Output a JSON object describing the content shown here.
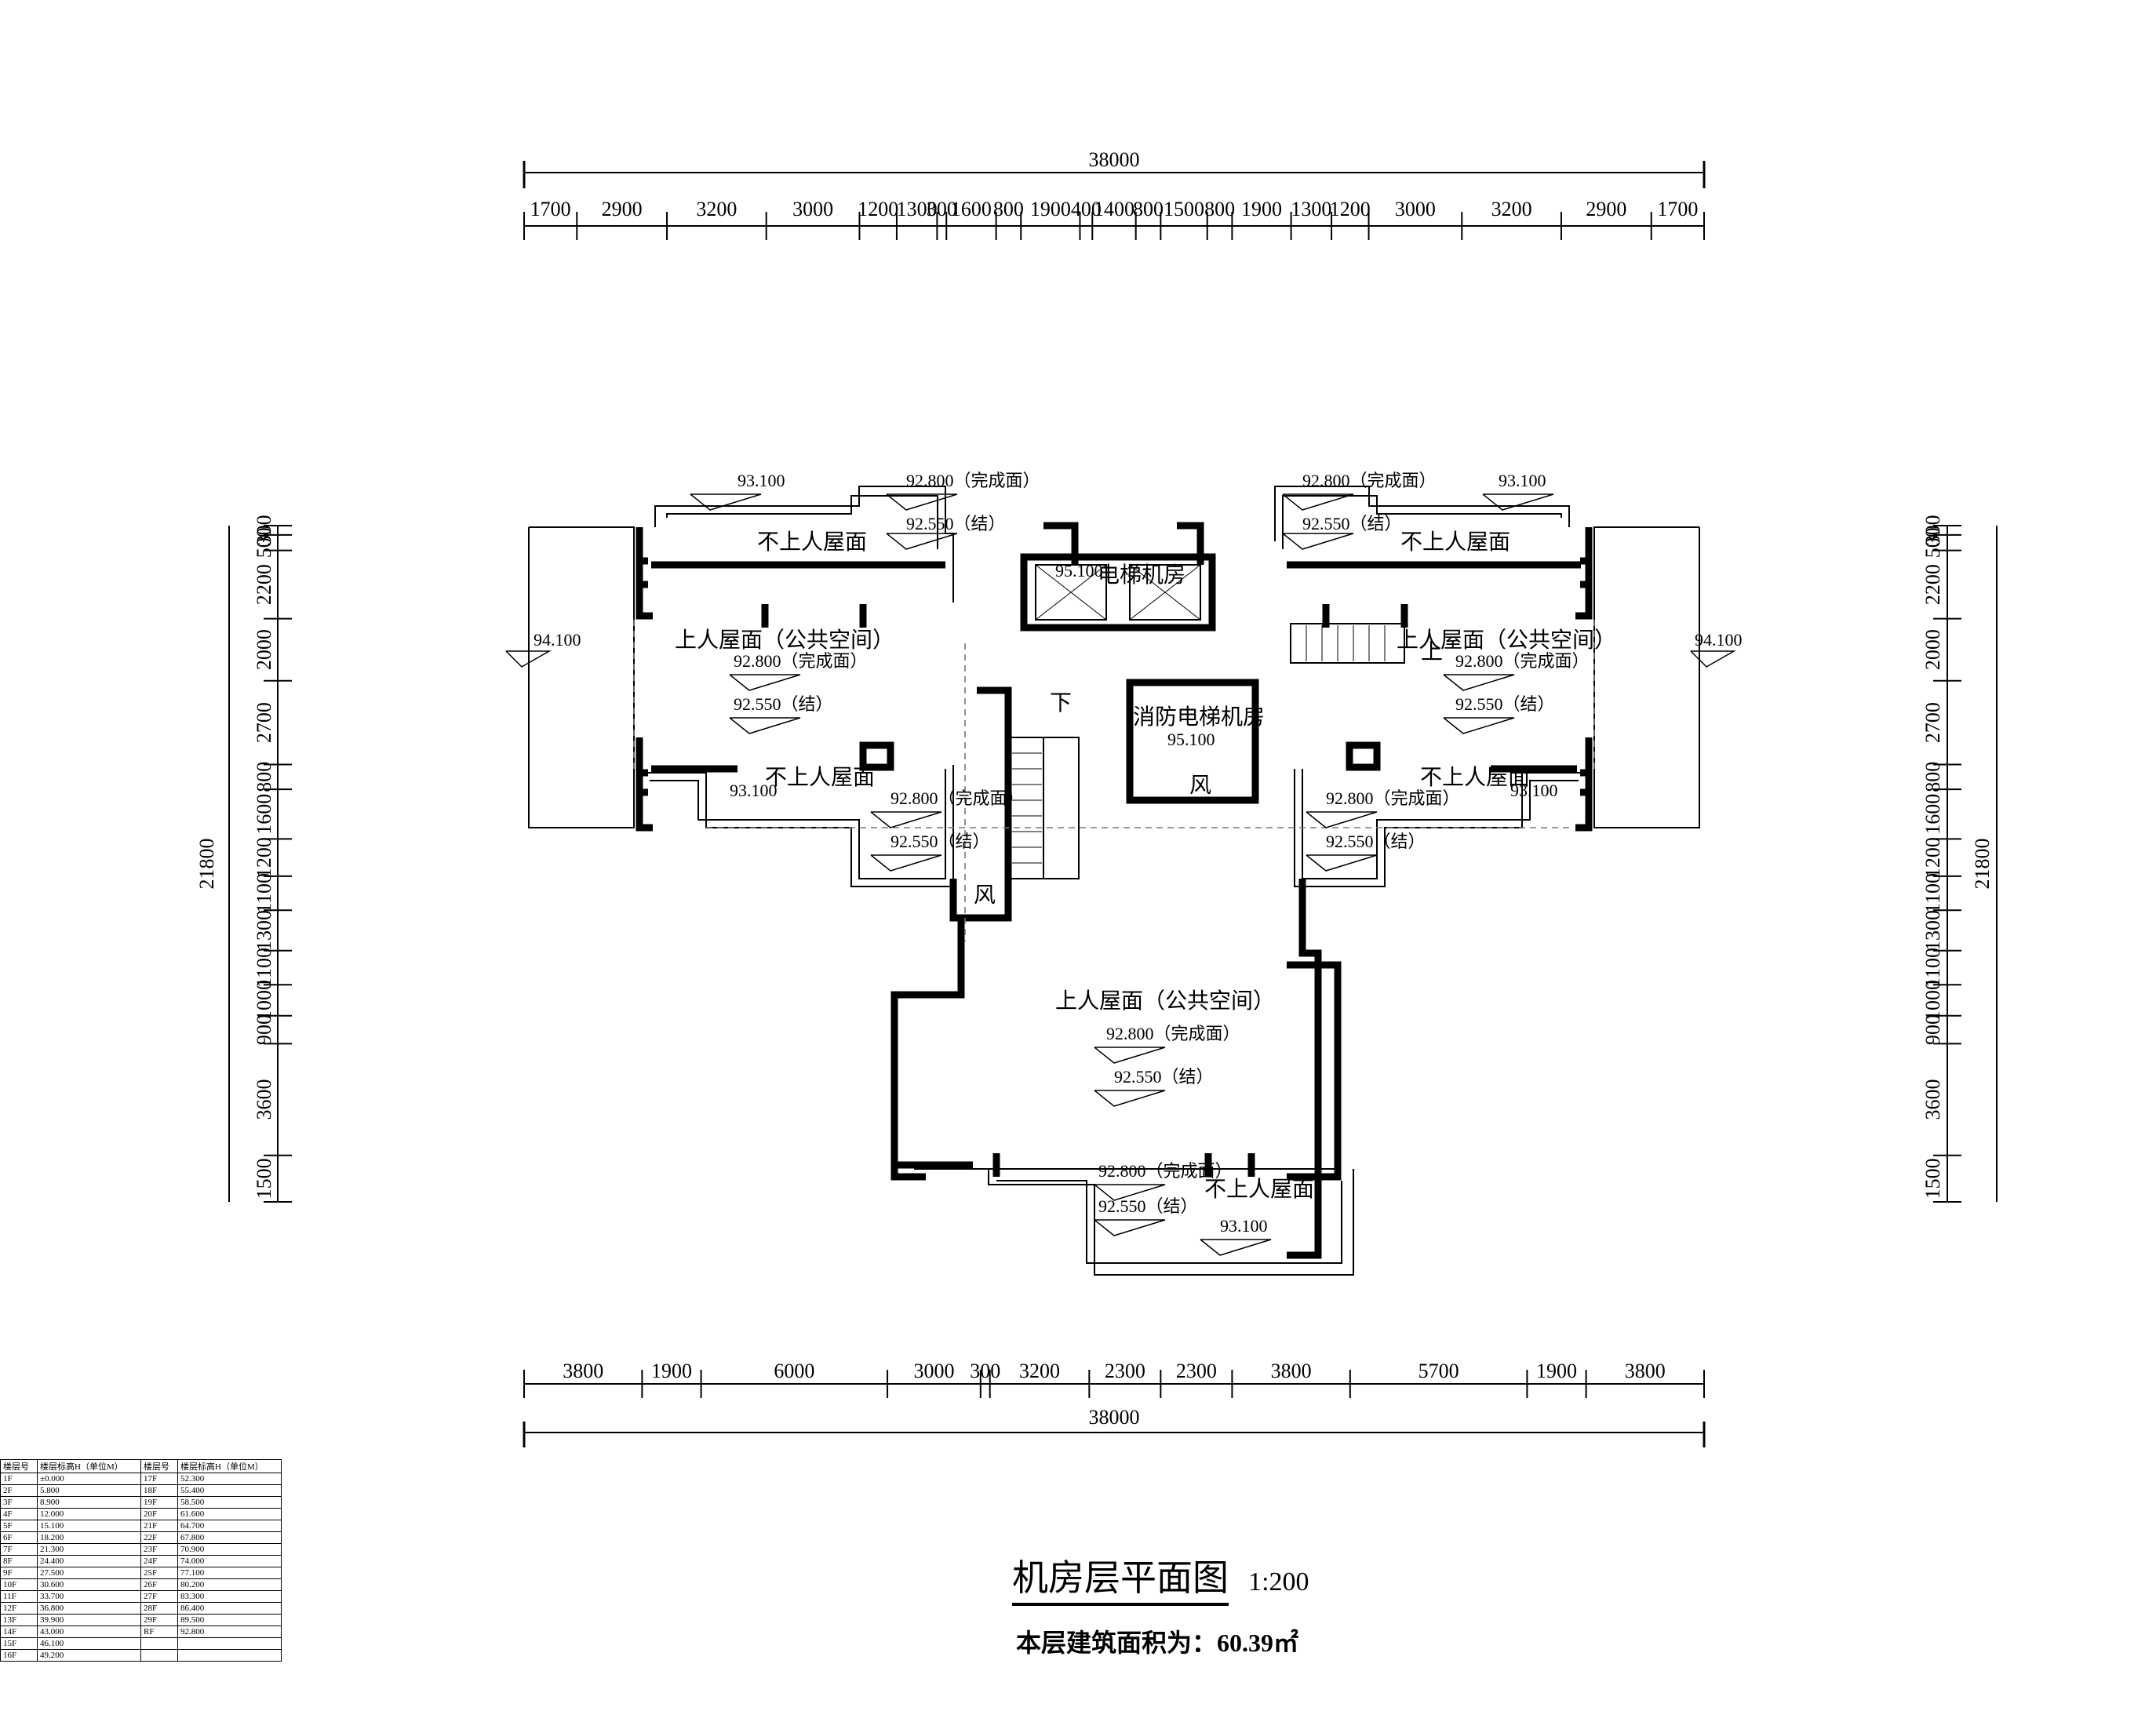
{
  "drawing": {
    "title": "机房层平面图",
    "scale": "1:200",
    "area_note": "本层建筑面积为：60.39㎡"
  },
  "dimensions": {
    "top_total": "38000",
    "top_segments": [
      "1700",
      "2900",
      "3200",
      "3000",
      "1200",
      "1300",
      "300",
      "1600",
      "800",
      "1900",
      "400",
      "1400",
      "800",
      "1500",
      "800",
      "1900",
      "1300",
      "1200",
      "3000",
      "3200",
      "2900",
      "1700"
    ],
    "bottom_total": "38000",
    "bottom_segments": [
      "3800",
      "1900",
      "6000",
      "3000",
      "300",
      "3200",
      "2300",
      "2300",
      "3800",
      "5700",
      "1900",
      "3800"
    ],
    "left_total": "21800",
    "right_total": "21800",
    "side_segments": [
      "300",
      "500",
      "2200",
      "2000",
      "2700",
      "800",
      "1600",
      "1200",
      "1100",
      "1300",
      "1100",
      "1000",
      "900",
      "3600",
      "1500"
    ]
  },
  "labels": {
    "no_access_roof": "不上人屋面",
    "public_roof": "上人屋面（公共空间）",
    "elevator_room": "电梯机房",
    "fire_elevator_room": "消防电梯机房",
    "up": "上",
    "down": "下",
    "wind": "风"
  },
  "elevations": {
    "e93100": "93.100",
    "e92800_finish": "92.800（完成面）",
    "e92550_struct": "92.550（结）",
    "e92800": "92.800",
    "e92550": "92.550",
    "finish": "（完成面）",
    "struct": "（结）",
    "e94100": "94.100",
    "e95100": "95.100"
  },
  "floor_table": {
    "headers": [
      "楼层号",
      "楼层标高H（单位M）",
      "楼层号",
      "楼层标高H（单位M）"
    ],
    "rows": [
      [
        "1F",
        "±0.000",
        "17F",
        "52.300"
      ],
      [
        "2F",
        "5.800",
        "18F",
        "55.400"
      ],
      [
        "3F",
        "8.900",
        "19F",
        "58.500"
      ],
      [
        "4F",
        "12.000",
        "20F",
        "61.600"
      ],
      [
        "5F",
        "15.100",
        "21F",
        "64.700"
      ],
      [
        "6F",
        "18.200",
        "22F",
        "67.800"
      ],
      [
        "7F",
        "21.300",
        "23F",
        "70.900"
      ],
      [
        "8F",
        "24.400",
        "24F",
        "74.000"
      ],
      [
        "9F",
        "27.500",
        "25F",
        "77.100"
      ],
      [
        "10F",
        "30.600",
        "26F",
        "80.200"
      ],
      [
        "11F",
        "33.700",
        "27F",
        "83.300"
      ],
      [
        "12F",
        "36.800",
        "28F",
        "86.400"
      ],
      [
        "13F",
        "39.900",
        "29F",
        "89.500"
      ],
      [
        "14F",
        "43.000",
        "RF",
        "92.800"
      ],
      [
        "15F",
        "46.100",
        "",
        ""
      ],
      [
        "16F",
        "49.200",
        "",
        ""
      ]
    ]
  }
}
